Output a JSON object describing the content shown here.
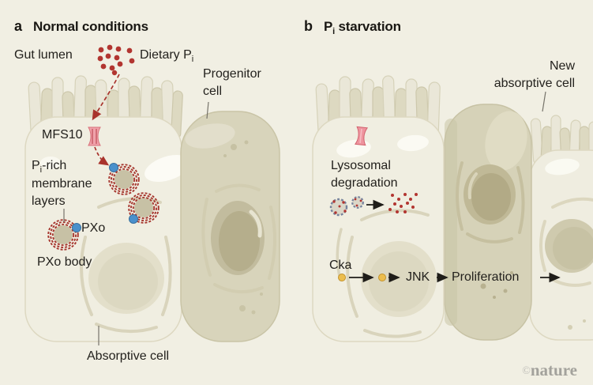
{
  "figure": {
    "panel_a": {
      "tag": "a",
      "title": "Normal conditions",
      "gut_lumen": "Gut lumen",
      "dietary_pi": {
        "text": "Dietary P",
        "sub": "i"
      },
      "progenitor_line1": "Progenitor",
      "progenitor_line2": "cell",
      "mfs10": "MFS10",
      "pi_rich": {
        "p": "P",
        "sub": "i",
        "rest": "-rich",
        "line2": "membrane",
        "line3": "layers"
      },
      "pxo": "PXo",
      "pxo_body": "PXo body",
      "absorptive_cell": "Absorptive cell"
    },
    "panel_b": {
      "tag": "b",
      "title": {
        "p": "P",
        "sub": "i",
        "rest": " starvation"
      },
      "new_absorptive_line1": "New",
      "new_absorptive_line2": "absorptive cell",
      "lysosomal_line1": "Lysosomal",
      "lysosomal_line2": "degradation",
      "cka": "Cka",
      "jnk": "JNK",
      "proliferation": "Proliferation"
    },
    "credit": {
      "symbol": "©",
      "name": "nature"
    },
    "colors": {
      "background": "#f1efe3",
      "phosphate_red": "#b23530",
      "membrane_red": "#a6362e",
      "channel_pink": "#f0a2aa",
      "pxo_blue": "#4a90cc",
      "cka_yellow": "#ecbd4d",
      "lysosome_gray_blue": "#76839d",
      "cell_light": "#f0eee1",
      "cell_dark": "#d6d2b8",
      "text": "#23211d",
      "credit_gray": "#a3a29c"
    }
  }
}
